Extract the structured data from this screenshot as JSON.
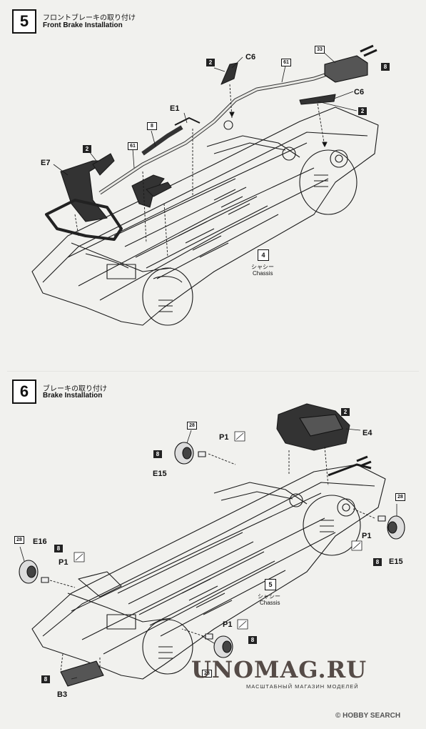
{
  "step5": {
    "number": "5",
    "title_jp": "フロントブレーキの取り付け",
    "title_en": "Front Brake Installation",
    "labels": {
      "c6_top": "C6",
      "c6_right": "C6",
      "e1": "E1",
      "e7": "E7",
      "p33": "33",
      "p61a": "61",
      "p61b": "61",
      "p8a": "8",
      "p8b": "8",
      "p2a": "2",
      "p2b": "2",
      "p2c": "2"
    },
    "chassis": {
      "number": "4",
      "jp": "シャシー",
      "en": "Chassis"
    }
  },
  "step6": {
    "number": "6",
    "title_jp": "ブレーキの取り付け",
    "title_en": "Brake Installation",
    "labels": {
      "p1_top": "P1",
      "p1_left": "P1",
      "p1_right": "P1",
      "p1_bottom": "P1",
      "e15_top": "E15",
      "e15_right": "E15",
      "e16": "E16",
      "e4": "E4",
      "b3": "B3",
      "p28a": "28",
      "p28b": "28",
      "p28c": "28",
      "p28d": "28",
      "p8a": "8",
      "p8b": "8",
      "p8c": "8",
      "p8d": "8",
      "p8e": "8",
      "p2": "2"
    },
    "chassis": {
      "number": "5",
      "jp": "シャシー",
      "en": "Chassis"
    }
  },
  "watermark": {
    "main": "UNOMAG.RU",
    "sub": "МАСШТАБНЫЙ МАГАЗИН МОДЕЛЕЙ"
  },
  "hobbysearch": "© HOBBY SEARCH"
}
